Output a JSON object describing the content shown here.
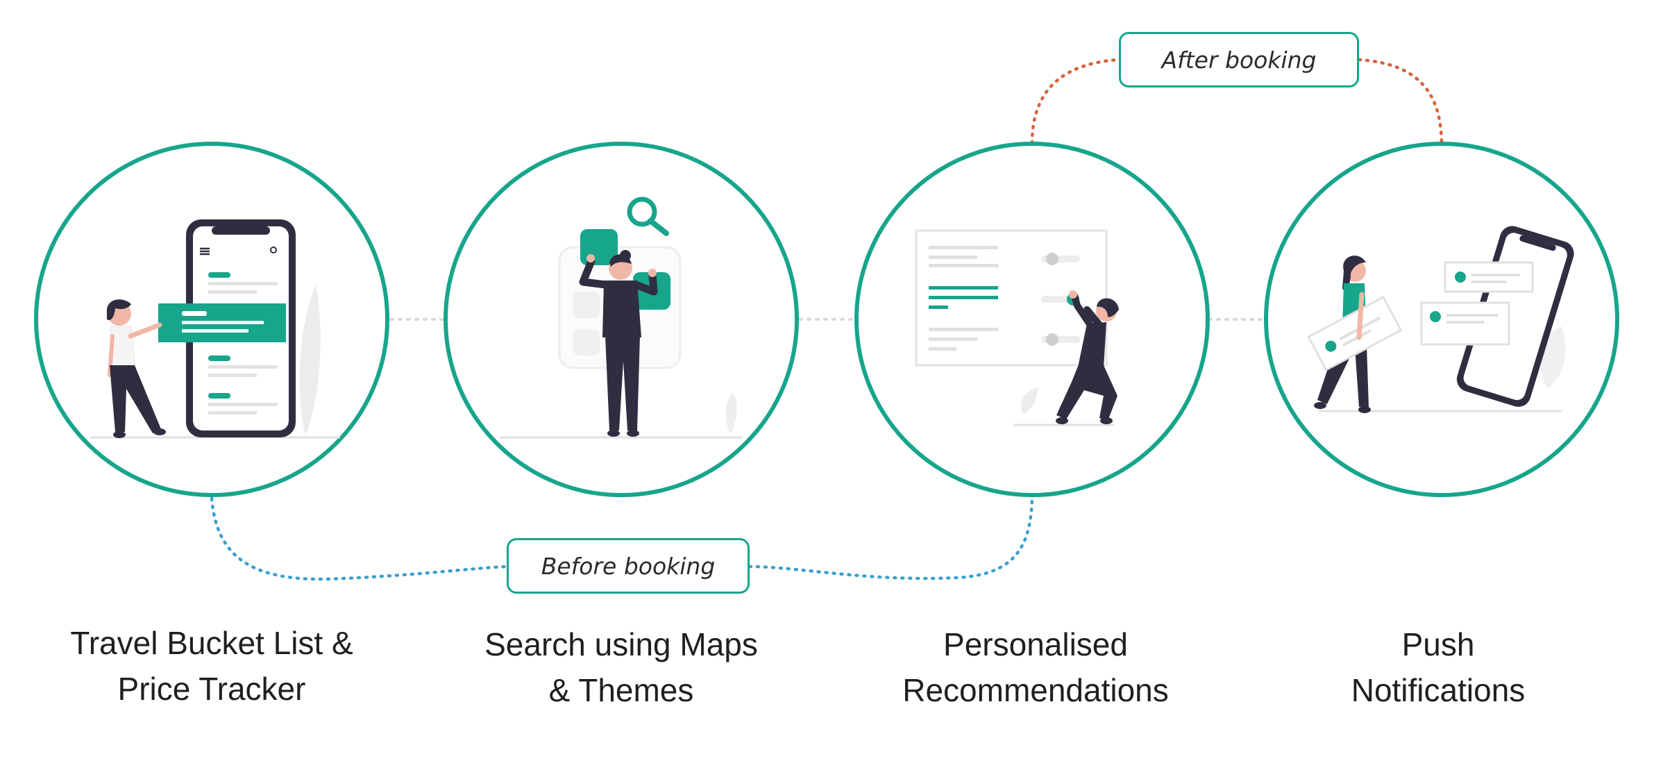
{
  "colors": {
    "accent": "#17a58c",
    "before_connector": "#3a9fcf",
    "after_connector": "#d5623a",
    "figure_dark": "#2f2e41",
    "skin": "#f1b7a6",
    "light_grey": "#e6e6e6"
  },
  "steps": [
    {
      "label": "Travel Bucket List &\nPrice Tracker",
      "illustration": "phone-list-illustration"
    },
    {
      "label": "Search using Maps\n& Themes",
      "illustration": "search-map-illustration"
    },
    {
      "label": "Personalised\nRecommendations",
      "illustration": "preferences-panel-illustration"
    },
    {
      "label": "Push\nNotifications",
      "illustration": "notification-phone-illustration"
    }
  ],
  "connectors": {
    "before": {
      "label": "Before booking"
    },
    "after": {
      "label": "After booking"
    }
  }
}
